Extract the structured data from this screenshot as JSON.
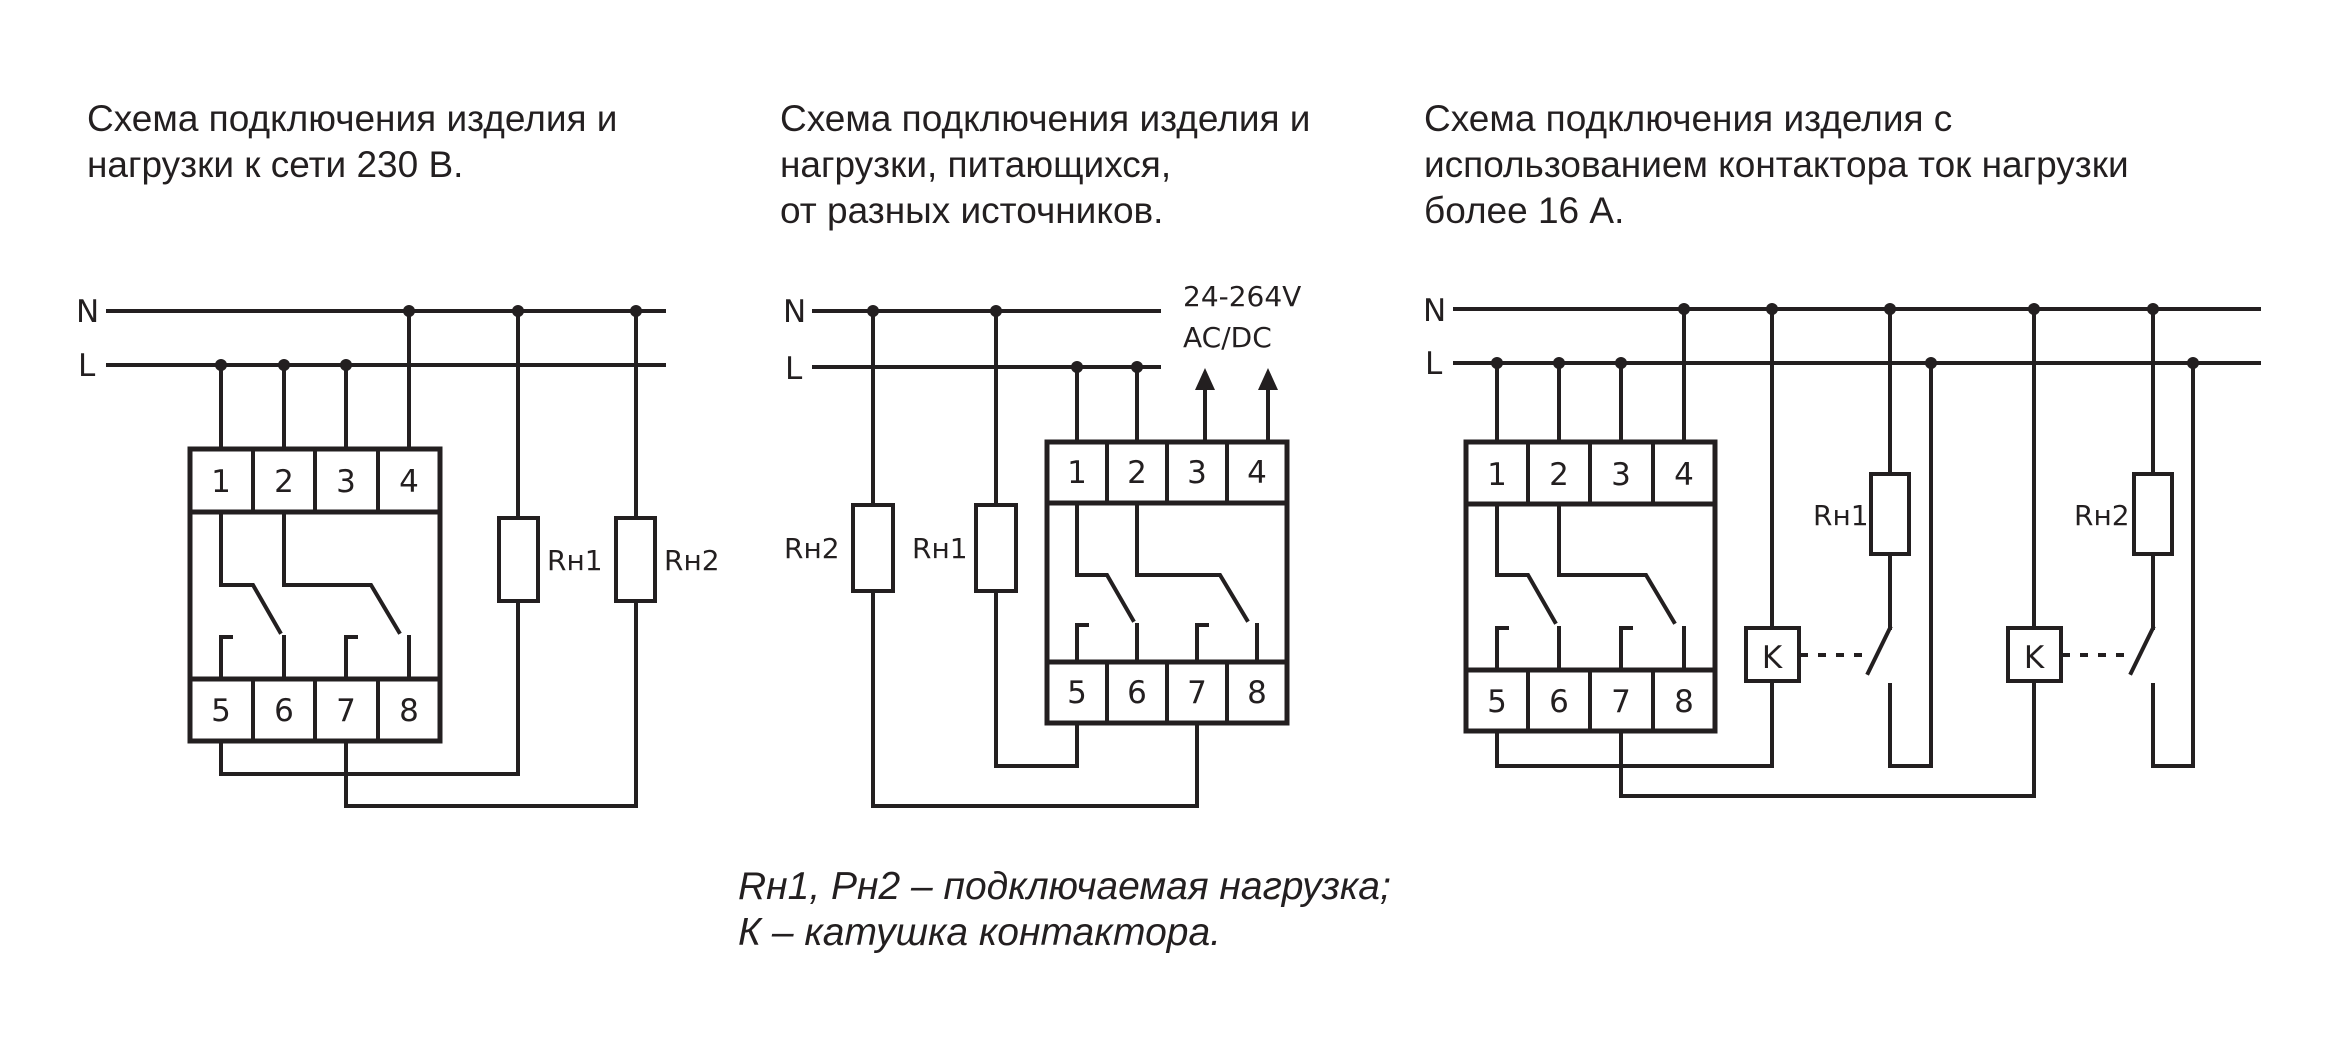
{
  "diagram1": {
    "title_lines": [
      "Схема подключения изделия и",
      "нагрузки к сети 230 В."
    ],
    "bus_labels": {
      "n": "N",
      "l": "L"
    },
    "terminals_top": [
      "1",
      "2",
      "3",
      "4"
    ],
    "terminals_bottom": [
      "5",
      "6",
      "7",
      "8"
    ],
    "loads": [
      "Rн1",
      "Rн2"
    ]
  },
  "diagram2": {
    "title_lines": [
      "Схема подключения изделия и",
      "нагрузки, питающихся,",
      "от разных источников."
    ],
    "bus_labels": {
      "n": "N",
      "l": "L"
    },
    "supply_lines": [
      "24-264V",
      "AC/DC"
    ],
    "terminals_top": [
      "1",
      "2",
      "3",
      "4"
    ],
    "terminals_bottom": [
      "5",
      "6",
      "7",
      "8"
    ],
    "loads": [
      "Rн2",
      "Rн1"
    ]
  },
  "diagram3": {
    "title_lines": [
      "Схема подключения изделия с",
      "использованием контактора ток нагрузки",
      "более 16 А."
    ],
    "bus_labels": {
      "n": "N",
      "l": "L"
    },
    "terminals_top": [
      "1",
      "2",
      "3",
      "4"
    ],
    "terminals_bottom": [
      "5",
      "6",
      "7",
      "8"
    ],
    "loads": [
      "Rн1",
      "Rн2"
    ],
    "coil_labels": [
      "K",
      "K"
    ]
  },
  "legend_lines": [
    "Rн1, Рн2 – подключаемая нагрузка;",
    "К – катушка контактора."
  ]
}
